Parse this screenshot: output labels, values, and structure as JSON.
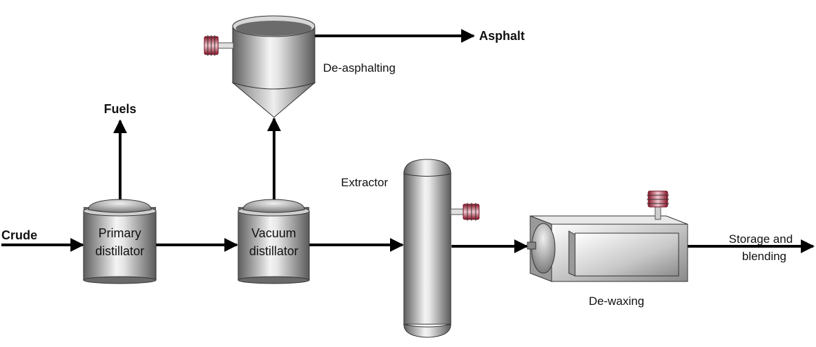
{
  "diagram": {
    "title": "Lubricant oil refining process flow",
    "streams": {
      "crude": "Crude",
      "fuels": "Fuels",
      "asphalt": "Asphalt",
      "storage_line1": "Storage and",
      "storage_line2": "blending"
    },
    "units": {
      "primary": {
        "line1": "Primary",
        "line2": "distillator"
      },
      "vacuum": {
        "line1": "Vacuum",
        "line2": "distillator"
      },
      "deasphalting": {
        "label": "De-asphalting"
      },
      "extractor": {
        "label": "Extractor"
      },
      "dewaxing": {
        "label": "De-waxing"
      }
    },
    "flows": [
      {
        "from": "Crude",
        "to": "Primary distillator"
      },
      {
        "from": "Primary distillator",
        "to": "Fuels"
      },
      {
        "from": "Primary distillator",
        "to": "Vacuum distillator"
      },
      {
        "from": "Vacuum distillator",
        "to": "De-asphalting"
      },
      {
        "from": "De-asphalting",
        "to": "Asphalt"
      },
      {
        "from": "Vacuum distillator",
        "to": "Extractor"
      },
      {
        "from": "Extractor",
        "to": "De-waxing"
      },
      {
        "from": "De-waxing",
        "to": "Storage and blending"
      }
    ],
    "colors": {
      "vessel_dark": "#6e6e6e",
      "vessel_light": "#f2f2f2",
      "heater_red": "#b0203a",
      "line": "#000000"
    }
  }
}
